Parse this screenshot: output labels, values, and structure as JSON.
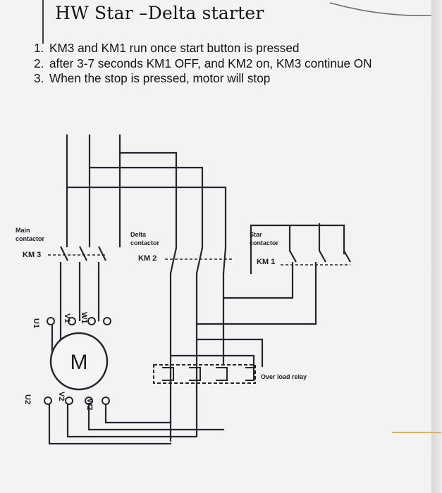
{
  "title": "HW Star –Delta starter",
  "instructions": [
    {
      "number": "1.",
      "text": "KM3 and KM1 run  once start button is pressed"
    },
    {
      "number": "2.",
      "text": "after 3-7 seconds KM1 OFF, and KM2 on, KM3 continue ON"
    },
    {
      "number": "3.",
      "text": "When the stop is pressed, motor will stop"
    }
  ],
  "diagram": {
    "main_contactor": {
      "label_line1": "Main",
      "label_line2": "contactor",
      "id": "KM 3"
    },
    "delta_contactor": {
      "label_line1": "Delta",
      "label_line2": "contactor",
      "id": "KM 2"
    },
    "star_contactor": {
      "label_line1": "Star",
      "label_line2": "contactor",
      "id": "KM 1"
    },
    "overload_relay_label": "Over load relay",
    "motor_label": "M",
    "terminals": {
      "u1": "U1",
      "v1": "V1",
      "w1": "W1",
      "u2": "U2",
      "v2": "V2",
      "w2": "W2"
    }
  },
  "colors": {
    "wire": "#26262e",
    "paper": "#f2f3f3",
    "ink": "#141414",
    "accent": "#e7b24a"
  }
}
